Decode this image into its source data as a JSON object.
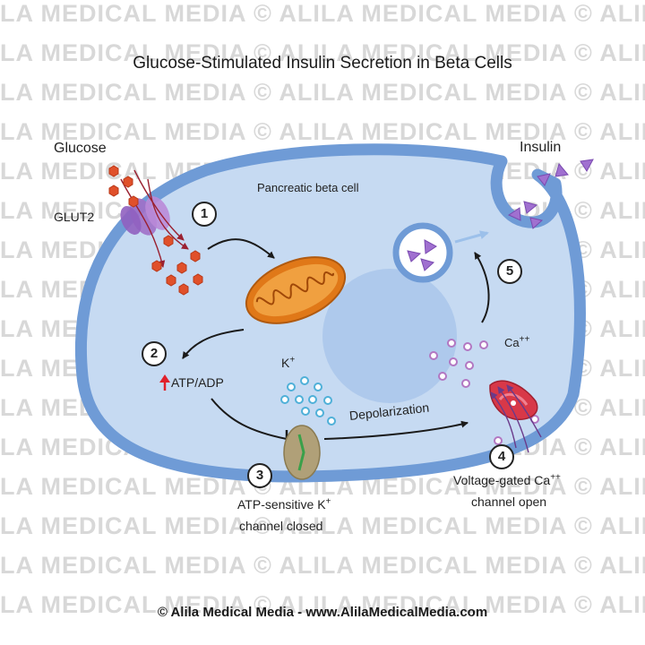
{
  "title": "Glucose-Stimulated Insulin Secretion in Beta Cells",
  "watermark": "LA MEDICAL MEDIA © ALILA MEDICAL MEDIA © ALILA MEDICAL",
  "footer": "© Alila Medical Media - www.AlilaMedicalMedia.com",
  "labels": {
    "glucose": "Glucose",
    "glut2": "GLUT2",
    "cell": "Pancreatic beta cell",
    "insulin": "Insulin",
    "atp_adp": "ATP/ADP",
    "k": "K",
    "k_sup": "+",
    "ca": "Ca",
    "ca_sup": "++",
    "depolarization": "Depolarization",
    "katp_line1": "ATP-sensitive K",
    "katp_line1_sup": "+",
    "katp_line2": "channel closed",
    "vgcc_line1": "Voltage-gated Ca",
    "vgcc_line1_sup": "++",
    "vgcc_line2": "channel open"
  },
  "steps": [
    "1",
    "2",
    "3",
    "4",
    "5"
  ],
  "colors": {
    "membrane": "#6f9bd6",
    "cytoplasm": "#c6daf2",
    "nucleus": "#9fbde6",
    "glucose": "#e0502a",
    "glut2": "#a070c8",
    "mitochondria": "#e07818",
    "potassium": "#4fb0d8",
    "calcium": "#b277c2",
    "ca_channel": "#d83848",
    "k_channel": "#b0a078",
    "insulin": "#a070d0"
  },
  "icons": [
    "up-arrow-icon"
  ]
}
